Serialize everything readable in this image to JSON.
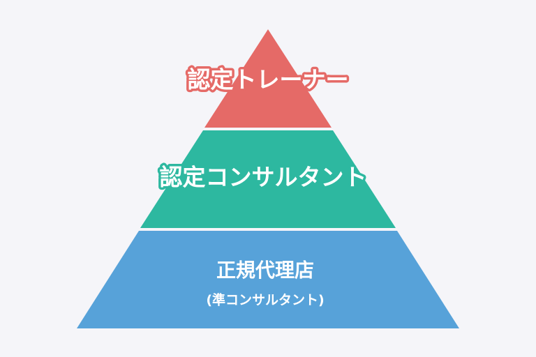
{
  "tiers": [
    {
      "label": "認定トレーナー",
      "color": "#e56a67"
    },
    {
      "label": "認定コンサルタント",
      "color": "#2db8a0"
    },
    {
      "label": "正規代理店",
      "sublabel": "(準コンサルタント)",
      "color": "#57a2d9"
    }
  ],
  "background": "#f5f5f9"
}
